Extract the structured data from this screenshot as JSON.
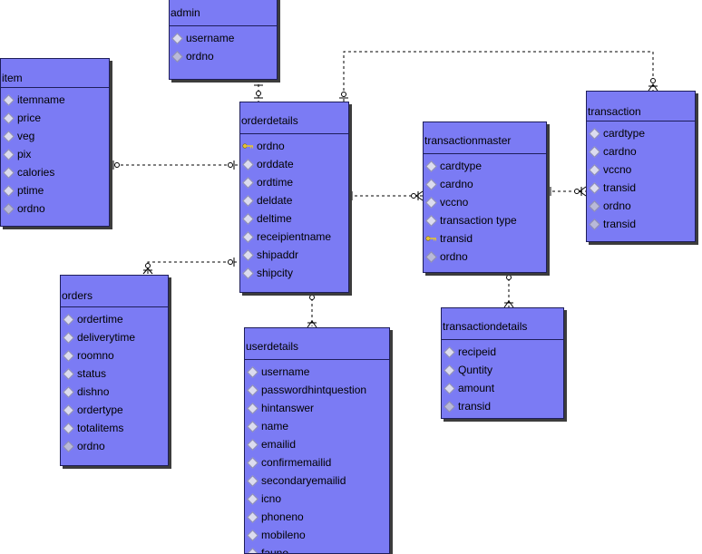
{
  "entities": {
    "admin": {
      "name": "admin",
      "attributes": [
        {
          "name": "username",
          "icon": "attribute-icon"
        },
        {
          "name": "ordno",
          "icon": "attribute-icon"
        }
      ]
    },
    "item": {
      "name": "item",
      "attributes": [
        {
          "name": "itemname",
          "icon": "attribute-icon"
        },
        {
          "name": "price",
          "icon": "attribute-icon"
        },
        {
          "name": "veg",
          "icon": "attribute-icon"
        },
        {
          "name": "pix",
          "icon": "attribute-icon"
        },
        {
          "name": "calories",
          "icon": "attribute-icon"
        },
        {
          "name": "ptime",
          "icon": "attribute-icon"
        },
        {
          "name": "ordno",
          "icon": "attribute-icon"
        }
      ]
    },
    "orderdetails": {
      "name": "orderdetails",
      "attributes": [
        {
          "name": "ordno",
          "icon": "primary-key-icon"
        },
        {
          "name": "orddate",
          "icon": "attribute-icon"
        },
        {
          "name": "ordtime",
          "icon": "attribute-icon"
        },
        {
          "name": "deldate",
          "icon": "attribute-icon"
        },
        {
          "name": "deltime",
          "icon": "attribute-icon"
        },
        {
          "name": "receipientname",
          "icon": "attribute-icon"
        },
        {
          "name": "shipaddr",
          "icon": "attribute-icon"
        },
        {
          "name": "shipcity",
          "icon": "attribute-icon"
        }
      ]
    },
    "transactionmaster": {
      "name": "transactionmaster",
      "attributes": [
        {
          "name": "cardtype",
          "icon": "attribute-icon"
        },
        {
          "name": "cardno",
          "icon": "attribute-icon"
        },
        {
          "name": "vccno",
          "icon": "attribute-icon"
        },
        {
          "name": "transaction type",
          "icon": "attribute-icon"
        },
        {
          "name": "transid",
          "icon": "primary-key-icon"
        },
        {
          "name": "ordno",
          "icon": "attribute-icon"
        }
      ]
    },
    "transaction": {
      "name": "transaction",
      "attributes": [
        {
          "name": "cardtype",
          "icon": "attribute-icon"
        },
        {
          "name": "cardno",
          "icon": "attribute-icon"
        },
        {
          "name": "vccno",
          "icon": "attribute-icon"
        },
        {
          "name": "transid",
          "icon": "attribute-icon"
        },
        {
          "name": "ordno",
          "icon": "attribute-icon"
        },
        {
          "name": "transid",
          "icon": "attribute-icon"
        }
      ]
    },
    "orders": {
      "name": "orders",
      "attributes": [
        {
          "name": "ordertime",
          "icon": "attribute-icon"
        },
        {
          "name": "deliverytime",
          "icon": "attribute-icon"
        },
        {
          "name": "roomno",
          "icon": "attribute-icon"
        },
        {
          "name": "status",
          "icon": "attribute-icon"
        },
        {
          "name": "dishno",
          "icon": "attribute-icon"
        },
        {
          "name": "ordertype",
          "icon": "attribute-icon"
        },
        {
          "name": "totalitems",
          "icon": "attribute-icon"
        },
        {
          "name": "ordno",
          "icon": "attribute-icon"
        }
      ]
    },
    "userdetails": {
      "name": "userdetails",
      "attributes": [
        {
          "name": "username",
          "icon": "attribute-icon"
        },
        {
          "name": "passwordhintquestion",
          "icon": "attribute-icon"
        },
        {
          "name": "hintanswer",
          "icon": "attribute-icon"
        },
        {
          "name": "name",
          "icon": "attribute-icon"
        },
        {
          "name": "emailid",
          "icon": "attribute-icon"
        },
        {
          "name": "confirmemailid",
          "icon": "attribute-icon"
        },
        {
          "name": "secondaryemailid",
          "icon": "attribute-icon"
        },
        {
          "name": "icno",
          "icon": "attribute-icon"
        },
        {
          "name": "phoneno",
          "icon": "attribute-icon"
        },
        {
          "name": "mobileno",
          "icon": "attribute-icon"
        },
        {
          "name": "fauno",
          "icon": "attribute-icon"
        }
      ]
    },
    "transactiondetails": {
      "name": "transactiondetails",
      "attributes": [
        {
          "name": "recipeid",
          "icon": "attribute-icon"
        },
        {
          "name": "Quntity",
          "icon": "attribute-icon"
        },
        {
          "name": "amount",
          "icon": "attribute-icon"
        },
        {
          "name": "transid",
          "icon": "attribute-icon"
        }
      ]
    }
  },
  "relationships": [
    {
      "from": "admin",
      "to": "orderdetails",
      "notation": "one-to-one"
    },
    {
      "from": "item",
      "to": "orderdetails",
      "notation": "one-to-one"
    },
    {
      "from": "orders",
      "to": "orderdetails",
      "notation": "many-to-one"
    },
    {
      "from": "userdetails",
      "to": "orderdetails",
      "notation": "many-to-one"
    },
    {
      "from": "orderdetails",
      "to": "transactionmaster",
      "notation": "one-to-many"
    },
    {
      "from": "transaction",
      "to": "orderdetails",
      "notation": "many-to-one"
    },
    {
      "from": "transactionmaster",
      "to": "transaction",
      "notation": "one-to-many"
    },
    {
      "from": "transactionmaster",
      "to": "transactiondetails",
      "notation": "one-to-many"
    }
  ],
  "colors": {
    "entity_fill": "#7b7bf4",
    "entity_border": "#1e1e5a",
    "key_icon": "#e2c23a",
    "line": "#000000"
  }
}
